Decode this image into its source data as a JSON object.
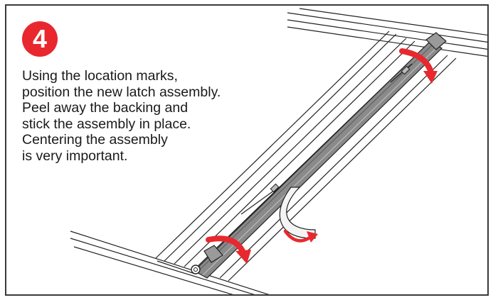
{
  "step": {
    "number": "4",
    "badge_color": "#e8282e"
  },
  "instructions": {
    "lines": [
      "Using the location marks,",
      "position the new latch assembly.",
      "Peel away the backing and",
      "stick the assembly in place.",
      "Centering the assembly",
      "is very important."
    ]
  },
  "illustration": {
    "arrow_color": "#e8282e",
    "latch_color": "#8a8a8a",
    "icons": [
      "rotate-arrow-icon",
      "peel-arrow-icon"
    ]
  }
}
